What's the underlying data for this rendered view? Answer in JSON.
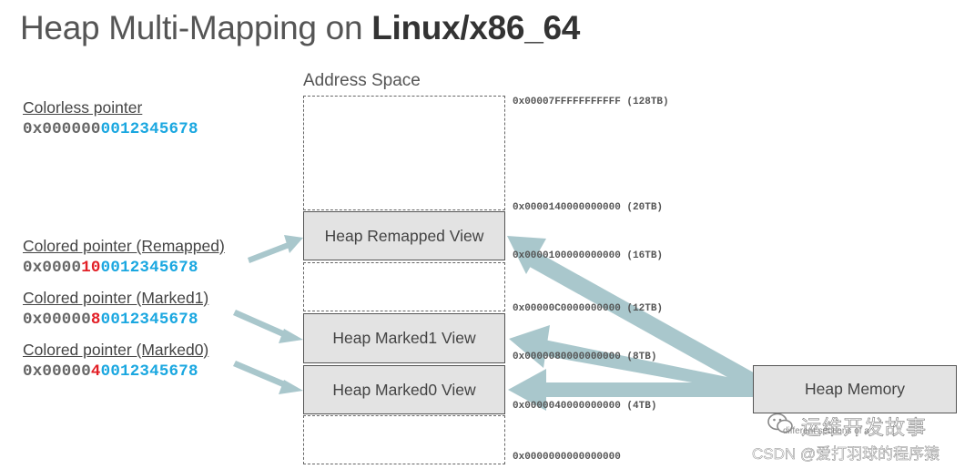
{
  "title": {
    "prefix": "Heap Multi-Mapping on ",
    "bold": "Linux/x86_64"
  },
  "address_space_label": "Address Space",
  "pointers": [
    {
      "label": "Colorless pointer",
      "value_prefix": "0x000000",
      "value_color": "",
      "value_suffix": "0012345678"
    },
    {
      "label": "Colored pointer (Remapped)",
      "value_prefix": "0x0000",
      "value_color": "10",
      "value_suffix": "0012345678"
    },
    {
      "label": "Colored pointer (Marked1)",
      "value_prefix": "0x00000",
      "value_color": "8",
      "value_suffix": "0012345678"
    },
    {
      "label": "Colored pointer (Marked0)",
      "value_prefix": "0x00000",
      "value_color": "4",
      "value_suffix": "0012345678"
    }
  ],
  "views": {
    "remapped": "Heap Remapped View",
    "marked1": "Heap Marked1 View",
    "marked0": "Heap Marked0 View",
    "memory": "Heap Memory"
  },
  "address_ticks": [
    "0x00007FFFFFFFFFFF (128TB)",
    "0x0000140000000000 (20TB)",
    "0x0000100000000000 (16TB)",
    "0x00000C0000000000 (12TB)",
    "0x0000080000000000 (8TB)",
    "0x0000040000000000 (4TB)",
    "0x0000000000000000"
  ],
  "watermark": {
    "main": "运维开发故事",
    "sub": "different sections of a ...",
    "csdn": "CSDN @爱打羽球的程序猿"
  },
  "colors": {
    "pointer_blue": "#1aa7e0",
    "pointer_red": "#e21f26",
    "arrow_fill": "#a9c7cc",
    "view_fill": "#e3e3e3"
  }
}
